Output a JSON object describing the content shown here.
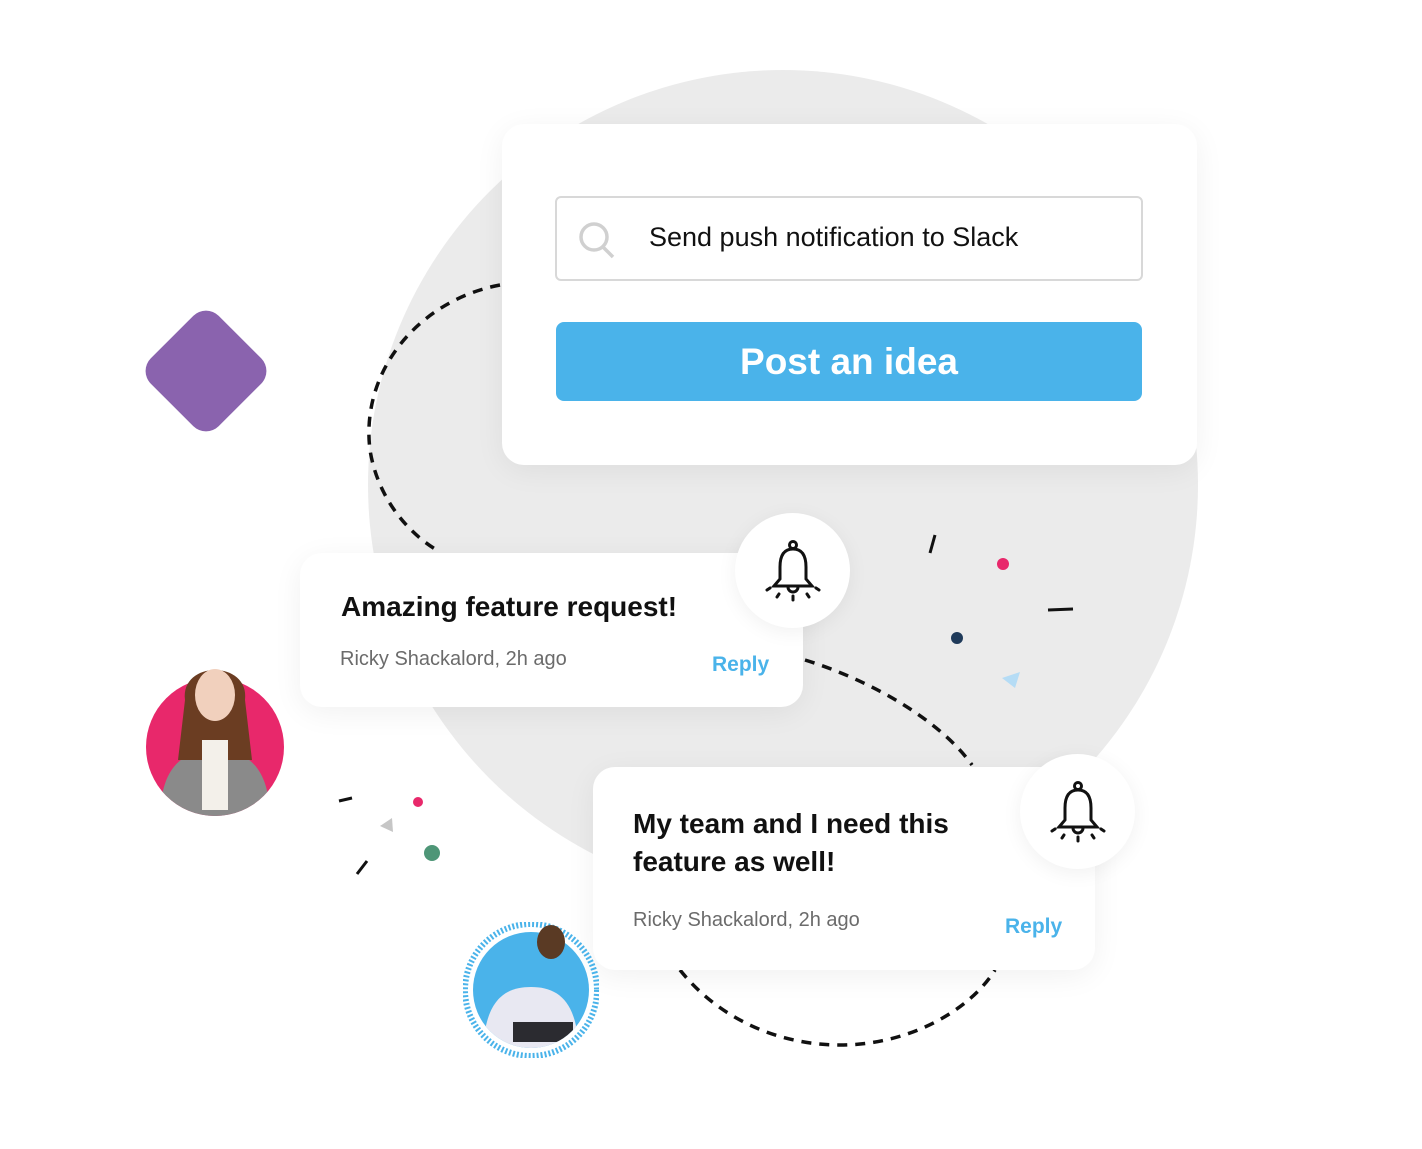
{
  "search": {
    "value": "Send push notification to Slack",
    "icon": "search-icon"
  },
  "post_button": {
    "label": "Post an idea",
    "color": "#4ab3ea"
  },
  "notifications": [
    {
      "title": "Amazing feature request!",
      "meta": "Ricky Shackalord, 2h ago",
      "reply": "Reply",
      "icon": "bell-icon"
    },
    {
      "title": "My team and I need this feature as well!",
      "meta": "Ricky Shackalord, 2h ago",
      "reply": "Reply",
      "icon": "bell-icon"
    }
  ],
  "colors": {
    "accent": "#4ab3ea",
    "diamond": "#8a63ae",
    "pink": "#e8286b",
    "navy": "#1f3a5a",
    "green": "#4e9677"
  }
}
